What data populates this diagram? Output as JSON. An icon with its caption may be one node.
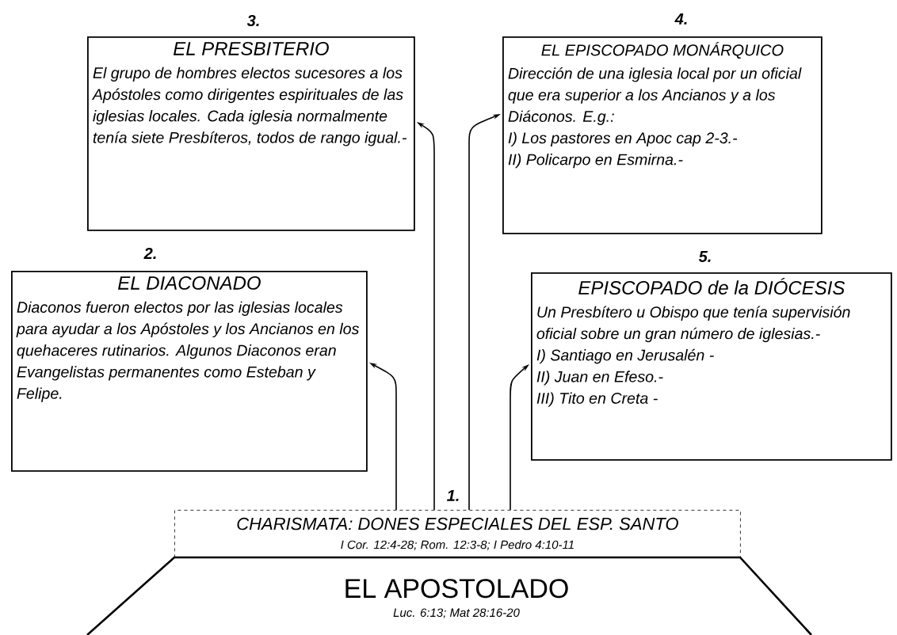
{
  "diagram": {
    "nodes": [
      {
        "text": [
          "EL PRESBITERIO",
          "El grupo de hombres electos sucesores a los Apóstoles como dirigentes espirituales de las iglesias locales. Cada iglesia normalmente tenía siete Presbíteros, todos de rango igual.-"
        ],
        "beside": [
          "3."
        ]
      },
      {
        "text": [
          "EL EPISCOPADO MONÁRQUICO",
          "Dirección de una iglesia local por un oficial que era superior a los Ancianos y a los Diáconos. E.g.:",
          "I) Los pastores en Apoc cap 2-3.-",
          "II) Policarpo en Esmirna.-"
        ],
        "beside": [
          "4."
        ]
      },
      {
        "text": [
          "EL DIACONADO",
          "Diaconos fueron electos por las iglesias locales para ayudar a los Apóstoles y los Ancianos en los quehaceres rutinarios. Algunos Diaconos eran Evangelistas permanentes como Esteban y Felipe."
        ],
        "beside": [
          "2."
        ]
      },
      {
        "text": [
          "EPISCOPADO de la DIÓCESIS",
          "Un Presbítero u Obispo que tenía supervisión oficial sobre un gran número de iglesias.-",
          "I) Santiago en Jerusalén -",
          "II) Juan en Efeso.-",
          "III) Tito en Creta -"
        ],
        "beside": [
          "5."
        ]
      },
      {
        "text": [
          "CHARISMATA: DONES ESPECIALES DEL ESP. SANTO",
          "I Cor. 12:4-28; Rom. 12:3-8; I Pedro 4:10-11"
        ],
        "beside": [
          "1."
        ]
      },
      {
        "text": [
          "EL APOSTOLADO",
          "Luc. 6:13; Mat 28:16-20"
        ]
      }
    ],
    "edges": [
      {
        "from": 4,
        "to": 2,
        "arrow": "to"
      },
      {
        "from": 4,
        "to": 0,
        "arrow": "to"
      },
      {
        "from": 4,
        "to": 1,
        "arrow": "to"
      },
      {
        "from": 4,
        "to": 3,
        "arrow": "to"
      }
    ]
  }
}
